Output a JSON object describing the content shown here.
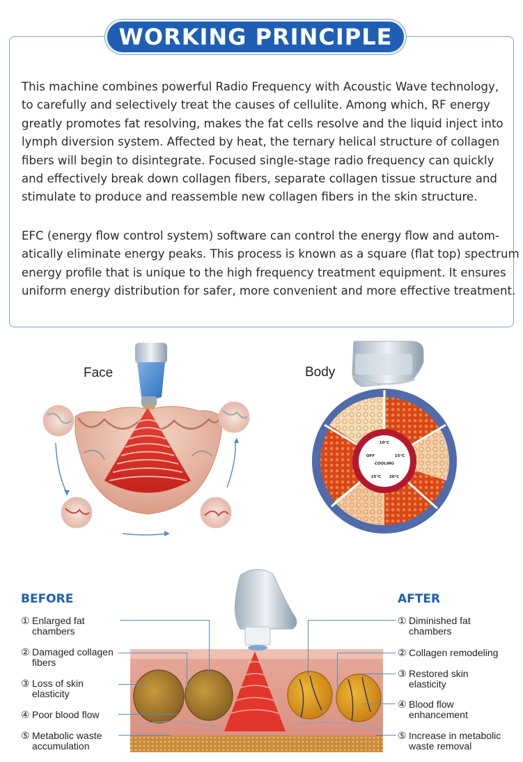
{
  "header": {
    "title": "WORKING PRINCIPLE"
  },
  "paragraph1": [
    "This machine combines powerful Radio Frequency with Acoustic Wave technology,",
    "to carefully and selectively treat the causes of cellulite. Among which, RF energy",
    "greatly promotes fat resolving, makes the fat cells resolve and the liquid inject into",
    "lymph diversion system. Affected by heat, the ternary helical structure of collagen",
    "fibers will begin to disintegrate. Focused single-stage radio frequency can quickly",
    "and effectively break down collagen fibers, separate collagen tissue structure and",
    "stimulate to produce and reassemble new collagen fibers in the skin structure."
  ],
  "paragraph2": [
    "EFC (energy flow control system) software can control the energy flow and autom-",
    "atically eliminate energy peaks. This process is known as a square (flat top) spectrum",
    "energy profile that is unique to the high frequency treatment equipment. It ensures",
    "uniform energy distribution for safer, more convenient and more effective treatment."
  ],
  "diagrams": {
    "face_label": "Face",
    "body_label": "Body",
    "body_rings": {
      "r1": "10°C",
      "r2_left": "OFF",
      "r2_right": "15°C",
      "center": "COOLING",
      "r3_left": "25°C",
      "r3_right": "20°C"
    }
  },
  "before": {
    "title": "BEFORE",
    "items": [
      {
        "num": "①",
        "text": "Enlarged fat chambers"
      },
      {
        "num": "②",
        "text": "Damaged collagen fibers"
      },
      {
        "num": "③",
        "text": "Loss of skin elasticity"
      },
      {
        "num": "④",
        "text": "Poor blood flow"
      },
      {
        "num": "⑤",
        "text": "Metabolic waste accumulation"
      }
    ]
  },
  "after": {
    "title": "AFTER",
    "items": [
      {
        "num": "①",
        "text": "Diminished fat chambers"
      },
      {
        "num": "②",
        "text": "Collagen remodeling"
      },
      {
        "num": "③",
        "text": "Restored skin elasticity"
      },
      {
        "num": "④",
        "text": "Blood flow enhancement"
      },
      {
        "num": "⑤",
        "text": "Increase in metabolic waste removal"
      }
    ]
  },
  "colors": {
    "accent": "#1e5eb4",
    "frame": "#7fa3c9",
    "energy": "#d9302a"
  }
}
